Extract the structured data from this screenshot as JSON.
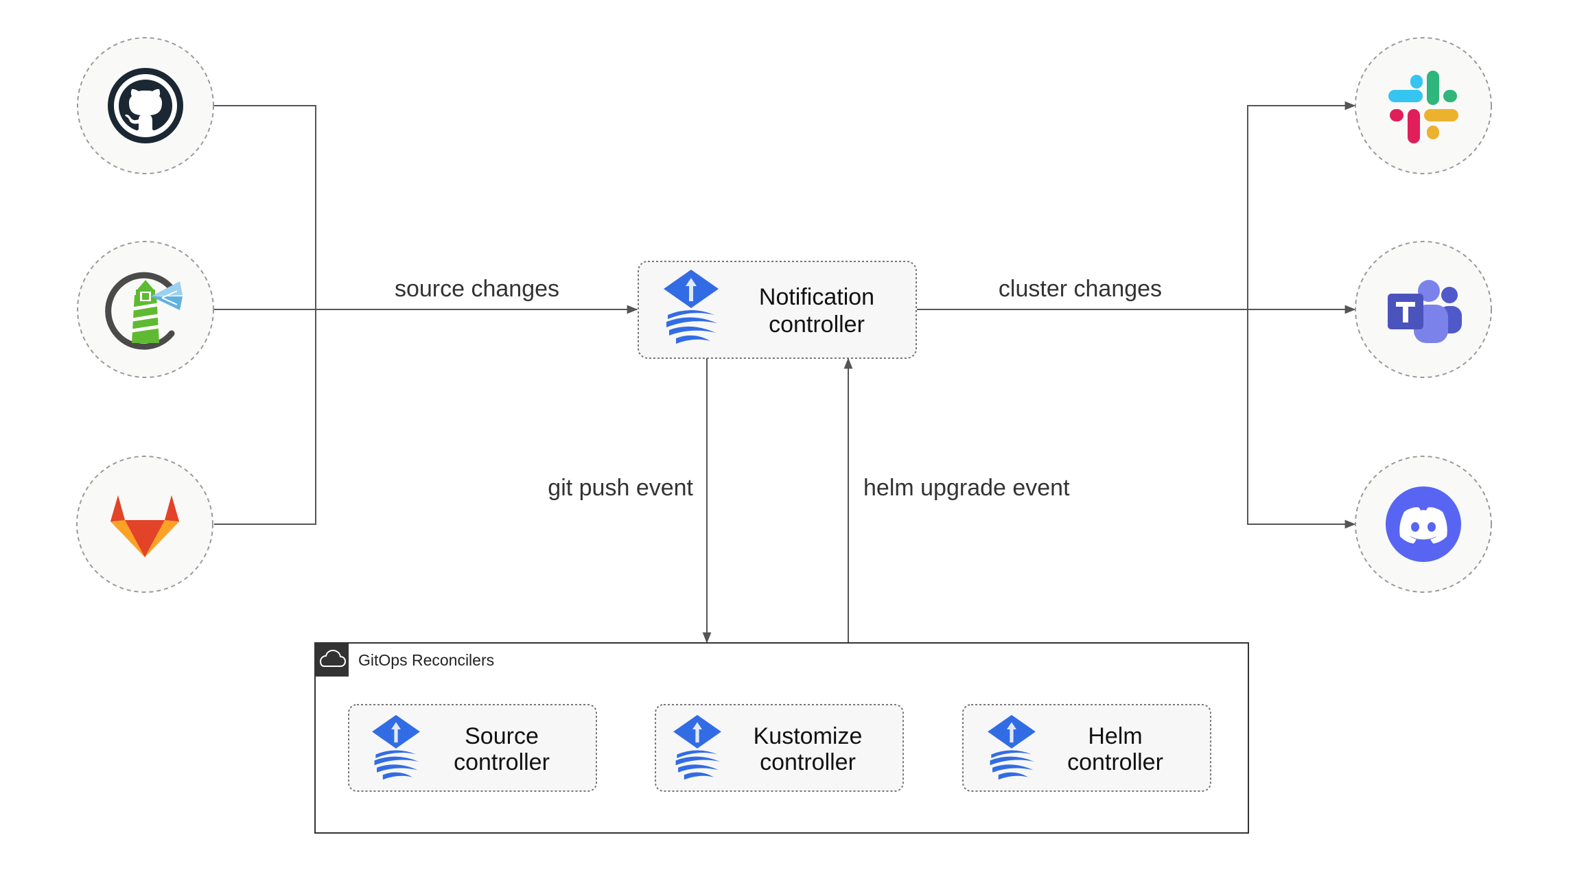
{
  "notification_controller": {
    "line1": "Notification",
    "line2": "controller"
  },
  "source_controller": {
    "line1": "Source",
    "line2": "controller"
  },
  "kustomize_controller": {
    "line1": "Kustomize",
    "line2": "controller"
  },
  "helm_controller": {
    "line1": "Helm",
    "line2": "controller"
  },
  "group": {
    "label": "GitOps Reconcilers"
  },
  "edges": {
    "source_changes": "source changes",
    "cluster_changes": "cluster changes",
    "git_push_event": "git push event",
    "helm_upgrade_event": "helm upgrade event"
  },
  "sources": [
    {
      "icon": "github-icon"
    },
    {
      "icon": "harbor-icon"
    },
    {
      "icon": "gitlab-icon"
    }
  ],
  "destinations": [
    {
      "icon": "slack-icon"
    },
    {
      "icon": "microsoft-teams-icon"
    },
    {
      "icon": "discord-icon"
    }
  ],
  "colors": {
    "flux_blue": "#326CE5",
    "line": "#555555",
    "box_fill": "#F7F7F7",
    "circle_fill": "#F9F9F8",
    "github": "#1B2733",
    "gitlab_orange": "#FC6D26",
    "gitlab_red": "#E24329",
    "gitlab_yellow": "#FCA326",
    "harbor_green": "#60B932",
    "slack_blue": "#36C5F0",
    "slack_green": "#2EB67D",
    "slack_red": "#E01E5A",
    "slack_yellow": "#ECB22E",
    "teams_purple": "#5059C9",
    "discord_blurple": "#5865F2"
  }
}
